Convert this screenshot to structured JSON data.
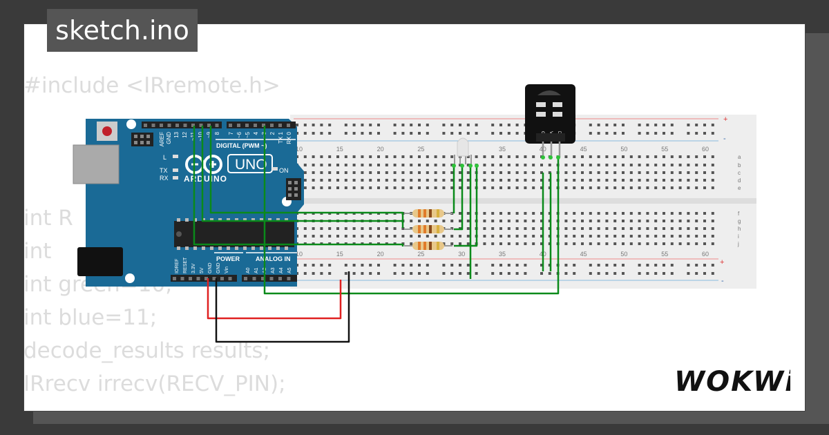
{
  "project": {
    "title": "sketch.ino"
  },
  "code_lines": [
    "#include <IRremote.h>",
    "int R",
    "int",
    "int green=10;",
    "int blue=11;",
    "decode_results results;",
    "IRrecv irrecv(RECV_PIN);"
  ],
  "arduino": {
    "model": "UNO",
    "brand": "ARDUINO",
    "digital_header": "DIGITAL (PWM ~)",
    "power_header": "POWER",
    "analog_header": "ANALOG IN",
    "led_labels": [
      "L",
      "TX",
      "RX"
    ],
    "on_label": "ON",
    "top_pins": [
      "AREF",
      "GND",
      "13",
      "12",
      "~11",
      "~10",
      "~9",
      "8",
      "7",
      "~6",
      "~5",
      "4",
      "~3",
      "2",
      "TX 1",
      "RX 0"
    ],
    "power_pins": [
      "IOREF",
      "RESET",
      "3.3V",
      "5V",
      "GND",
      "GND",
      "Vin"
    ],
    "analog_pins": [
      "A0",
      "A1",
      "A2",
      "A3",
      "A4",
      "A5"
    ]
  },
  "breadboard": {
    "column_numbers": [
      "10",
      "15",
      "20",
      "25",
      "30",
      "35",
      "40",
      "45",
      "50",
      "55",
      "60"
    ],
    "row_letters_top": [
      "a",
      "b",
      "c",
      "d",
      "e"
    ],
    "row_letters_bottom": [
      "f",
      "g",
      "h",
      "i",
      "j"
    ],
    "rail_plus": "+",
    "rail_minus": "-"
  },
  "ir_receiver": {
    "pin_labels": [
      "GND",
      "VCC",
      "DAT"
    ]
  },
  "brand": {
    "logo_text": "WOKWi"
  },
  "colors": {
    "background": "#3a3a3a",
    "card": "#ffffff",
    "title_bg": "#555555",
    "board_blue": "#1a6a96",
    "wire_green": "#0a8a1a",
    "wire_red": "#e02020",
    "wire_black": "#111111",
    "code_text": "#dcdcdc"
  }
}
